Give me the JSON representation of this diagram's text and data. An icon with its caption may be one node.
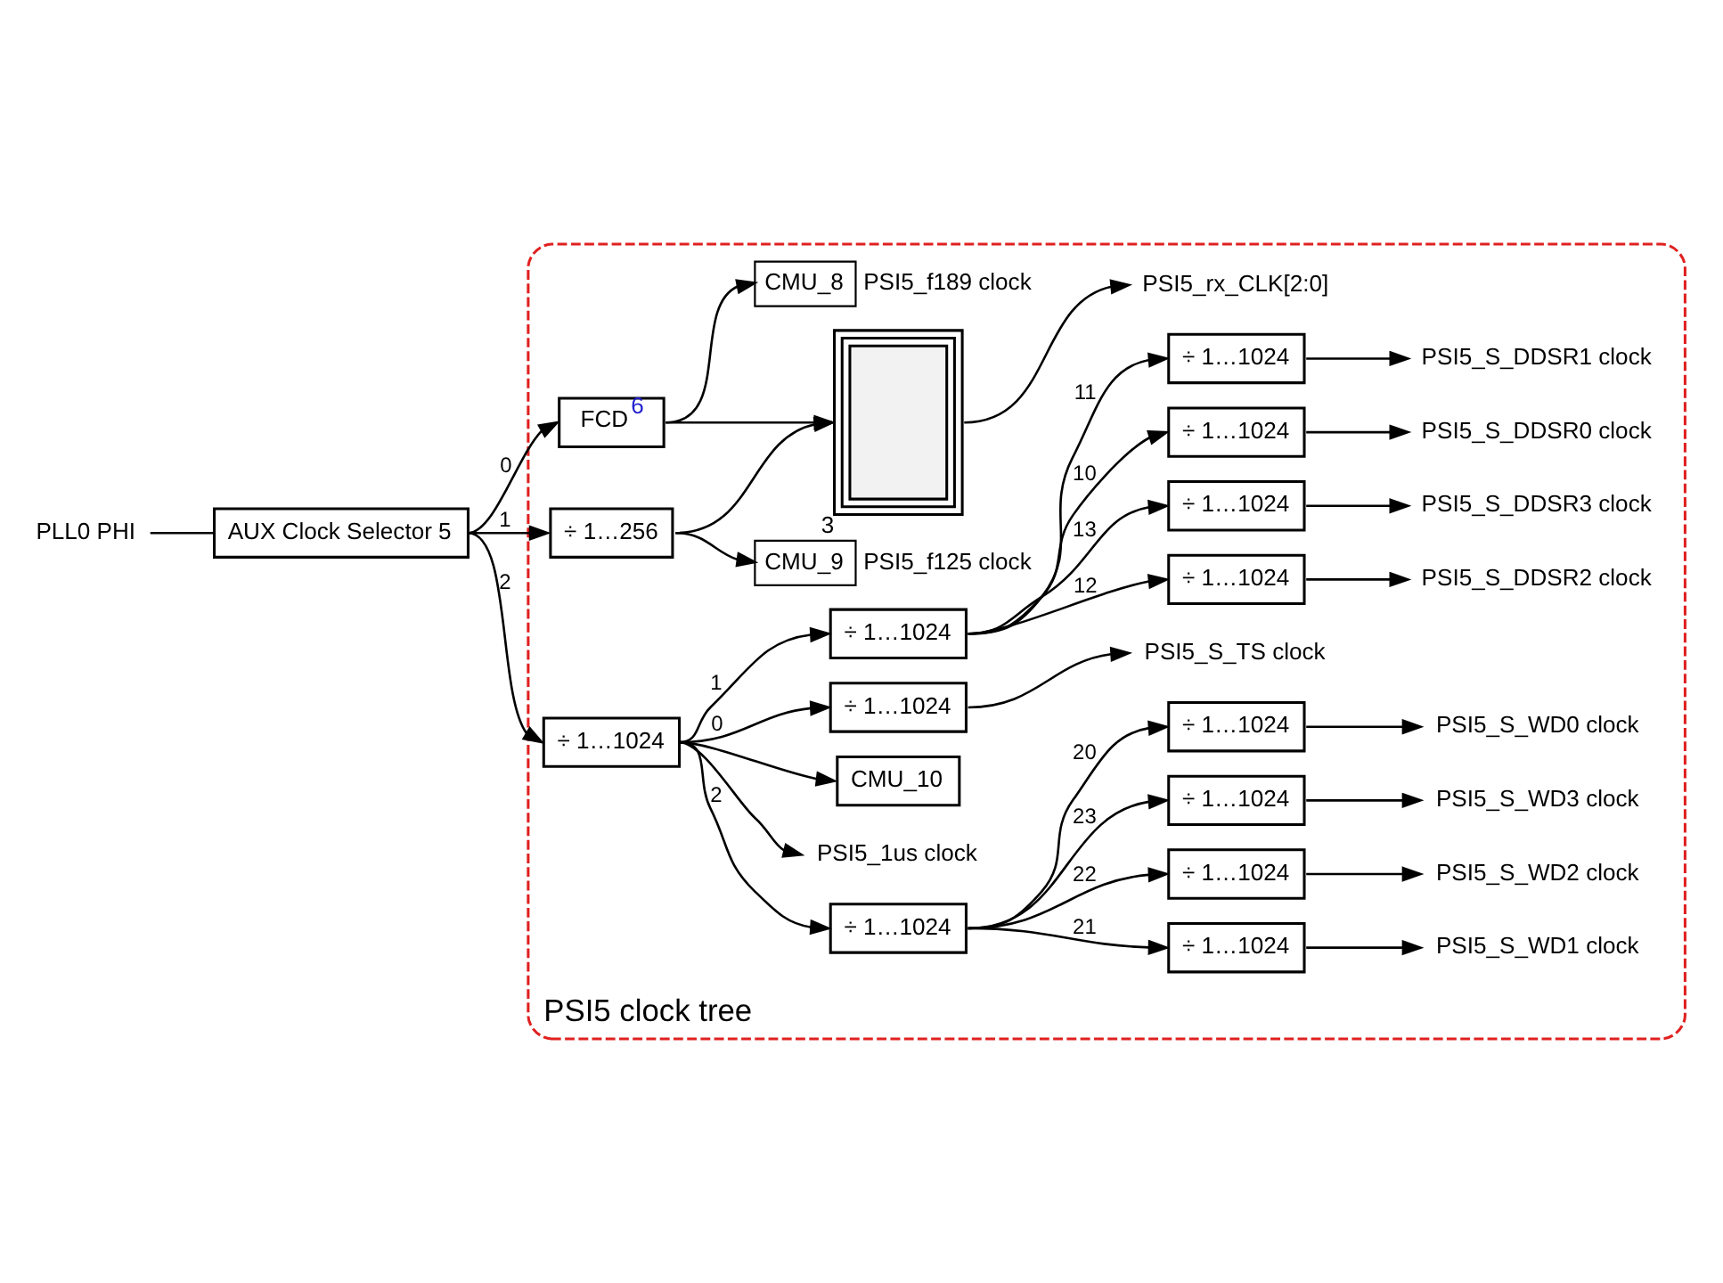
{
  "diagram": {
    "nodes": [
      {
        "text": [
          "PLL0 PHI"
        ]
      },
      {
        "text": [
          "AUX Clock Selector 5"
        ]
      },
      {
        "text": [
          "PSI5 clock tree"
        ]
      },
      {
        "text": [
          "FCD$^{6}$"
        ],
        "in": 2
      },
      {
        "text": [
          "÷ 1…256"
        ],
        "in": 2
      },
      {
        "text": [
          "÷ 1…1024"
        ],
        "in": 2
      },
      {
        "text": [
          "CMU_8"
        ],
        "in": 2,
        "beside": [
          "PSI5_f189 clock"
        ]
      },
      {
        "text": [
          "CMU_9"
        ],
        "in": 2,
        "beside": [
          "PSI5_f125 clock"
        ]
      },
      {
        "text": [],
        "shape": "box",
        "in": 2,
        "beside": [
          "3"
        ]
      },
      {
        "text": [
          "PSI5_rx_CLK[2:0]"
        ],
        "in": 2
      },
      {
        "text": [
          "PSI5_1us clock"
        ],
        "in": 2
      },
      {
        "text": [
          "CMU_10"
        ],
        "in": 2
      },
      {
        "text": [
          "÷ 1…1024"
        ],
        "in": 2
      },
      {
        "text": [
          "PSI5_S_TS clock"
        ],
        "in": 2
      },
      {
        "text": [
          "÷ 1…1024"
        ],
        "in": 2
      },
      {
        "text": [
          "÷ 1…1024"
        ],
        "in": 2
      },
      {
        "text": [
          "÷ 1…1024"
        ],
        "in": 2
      },
      {
        "text": [
          "÷ 1…1024"
        ],
        "in": 2
      },
      {
        "text": [
          "÷ 1…1024"
        ],
        "in": 2
      },
      {
        "text": [
          "PSI5_S_DDSR0 clock"
        ],
        "in": 2
      },
      {
        "text": [
          "PSI5_S_DDSR1 clock"
        ],
        "in": 2
      },
      {
        "text": [
          "PSI5_S_DDSR2 clock"
        ],
        "in": 2
      },
      {
        "text": [
          "PSI5_S_DDSR3 clock"
        ],
        "in": 2
      },
      {
        "text": [
          "÷ 1…1024"
        ],
        "in": 2
      },
      {
        "text": [
          "÷ 1…1024"
        ],
        "in": 2
      },
      {
        "text": [
          "÷ 1…1024"
        ],
        "in": 2
      },
      {
        "text": [
          "÷ 1…1024"
        ],
        "in": 2
      },
      {
        "text": [
          "÷ 1…1024"
        ],
        "in": 2
      },
      {
        "text": [
          "PSI5_S_WD0 clock"
        ],
        "in": 2
      },
      {
        "text": [
          "PSI5_S_WD1 clock"
        ],
        "in": 2
      },
      {
        "text": [
          "PSI5_S_WD2 clock"
        ],
        "in": 2
      },
      {
        "text": [
          "PSI5_S_WD3 clock"
        ],
        "in": 2
      }
    ],
    "edges": [
      {
        "from": 0,
        "to": 1,
        "arrow": "none"
      },
      {
        "from": 1,
        "to": 3,
        "arrow": "to",
        "label": "0"
      },
      {
        "from": 1,
        "to": 4,
        "arrow": "to",
        "label": "1"
      },
      {
        "from": 1,
        "to": 5,
        "arrow": "to",
        "label": "2"
      },
      {
        "from": 3,
        "to": 6,
        "arrow": "to"
      },
      {
        "from": 3,
        "to": 8,
        "arrow": "to"
      },
      {
        "from": 4,
        "to": 7,
        "arrow": "to"
      },
      {
        "from": 4,
        "to": 8,
        "arrow": "to"
      },
      {
        "from": 8,
        "to": 9,
        "arrow": "to"
      },
      {
        "from": 5,
        "to": 10,
        "arrow": "to"
      },
      {
        "from": 5,
        "to": 11,
        "arrow": "to"
      },
      {
        "from": 5,
        "to": 12,
        "arrow": "to",
        "label": "0"
      },
      {
        "from": 12,
        "to": 13,
        "arrow": "to"
      },
      {
        "from": 5,
        "to": 14,
        "arrow": "to",
        "label": "1"
      },
      {
        "from": 14,
        "to": 15,
        "arrow": "to",
        "label": "10"
      },
      {
        "from": 14,
        "to": 16,
        "arrow": "to",
        "label": "11"
      },
      {
        "from": 14,
        "to": 17,
        "arrow": "to",
        "label": "12"
      },
      {
        "from": 14,
        "to": 18,
        "arrow": "to",
        "label": "13"
      },
      {
        "from": 15,
        "to": 19,
        "arrow": "to"
      },
      {
        "from": 16,
        "to": 20,
        "arrow": "to"
      },
      {
        "from": 17,
        "to": 21,
        "arrow": "to"
      },
      {
        "from": 18,
        "to": 22,
        "arrow": "to"
      },
      {
        "from": 5,
        "to": 23,
        "arrow": "to",
        "label": "2"
      },
      {
        "from": 23,
        "to": 24,
        "arrow": "to",
        "label": "20"
      },
      {
        "from": 23,
        "to": 25,
        "arrow": "to",
        "label": "21"
      },
      {
        "from": 23,
        "to": 26,
        "arrow": "to",
        "label": "22"
      },
      {
        "from": 23,
        "to": 27,
        "arrow": "to",
        "label": "23"
      },
      {
        "from": 24,
        "to": 28,
        "arrow": "to"
      },
      {
        "from": 25,
        "to": 29,
        "arrow": "to"
      },
      {
        "from": 26,
        "to": 30,
        "arrow": "to"
      },
      {
        "from": 27,
        "to": 31,
        "arrow": "to"
      }
    ]
  }
}
